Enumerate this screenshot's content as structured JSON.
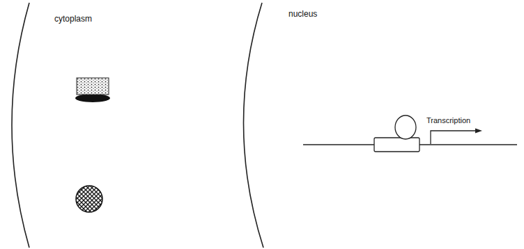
{
  "diagram": {
    "labels": [
      "cytoplasm",
      "nucleus",
      "Transcription"
    ]
  }
}
